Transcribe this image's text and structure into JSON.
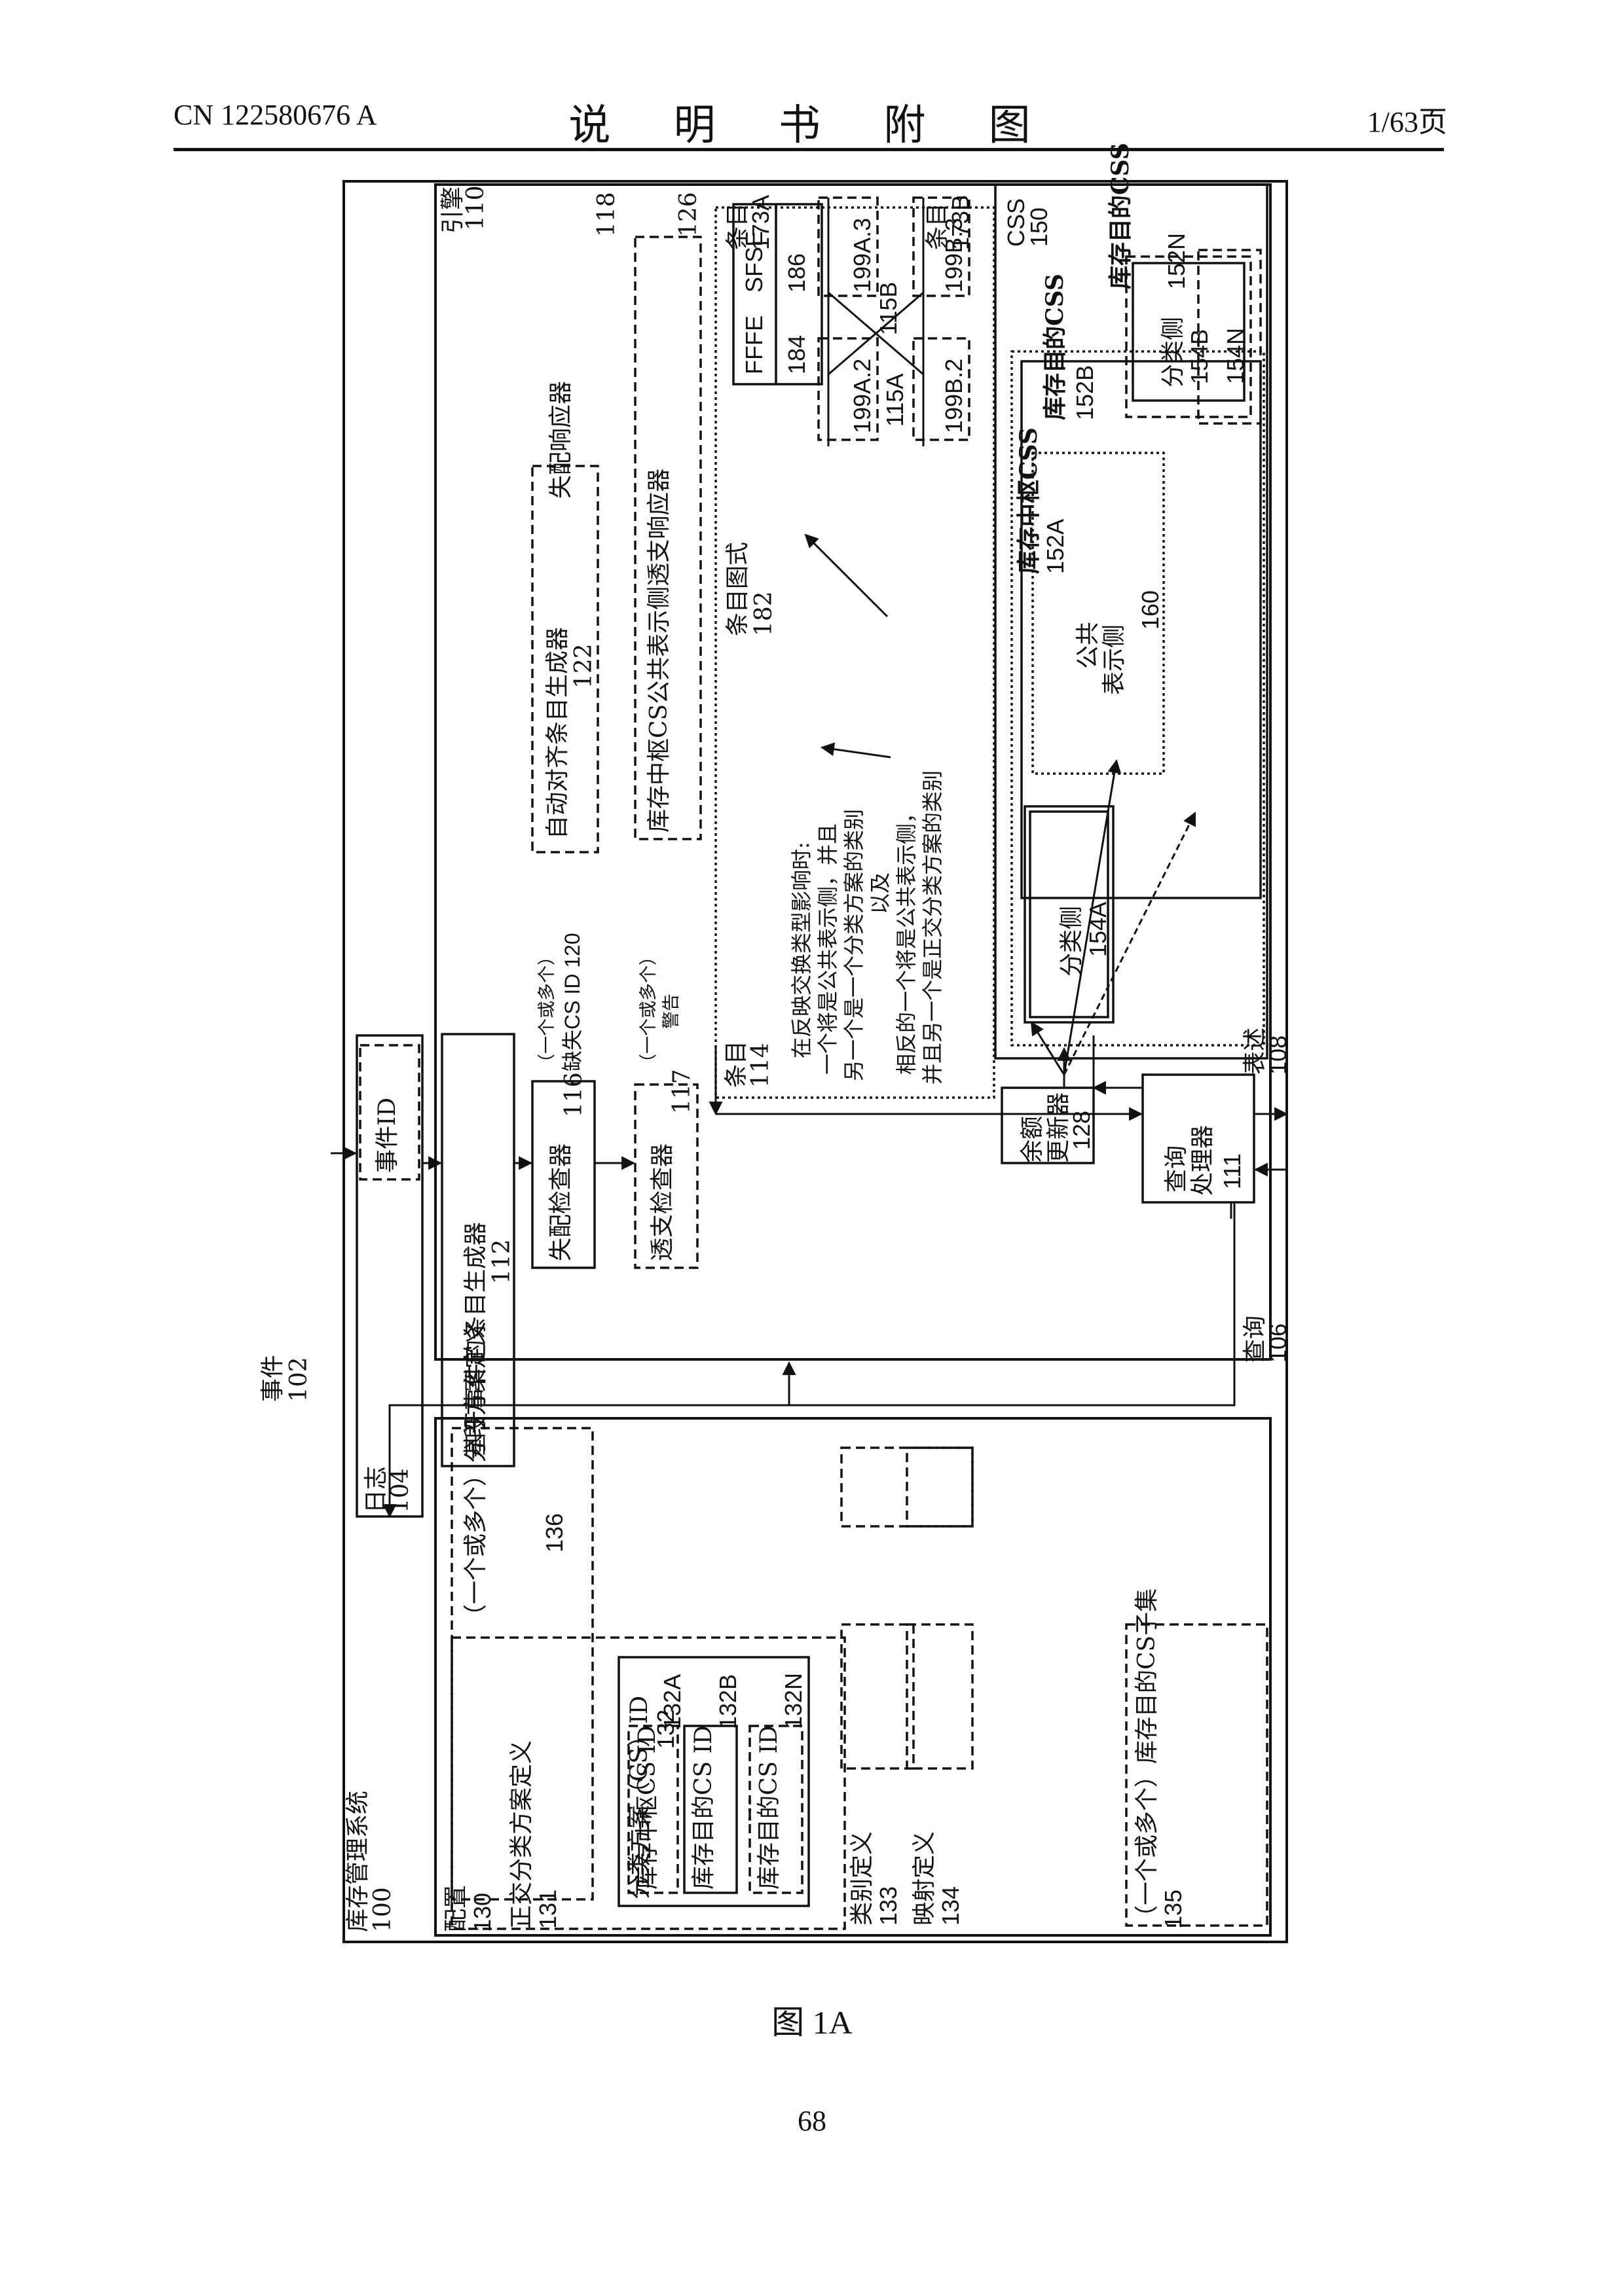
{
  "header": {
    "pub_no": "CN 122580676 A",
    "title": "说 明 书 附 图",
    "page": "1/63页"
  },
  "figure_caption": "图 1A",
  "page_number": "68",
  "diagram": {
    "system": {
      "label": "库存管理系统",
      "ref": "100"
    },
    "event": {
      "label": "事件",
      "ref": "102"
    },
    "log": {
      "label": "日志",
      "ref": "104"
    },
    "event_id": "事件ID",
    "query": {
      "label": "查询",
      "ref": "106"
    },
    "expression": {
      "label": "表述",
      "ref": "108"
    },
    "engine": {
      "label": "引擎",
      "ref": "110"
    },
    "query_processor": {
      "label": "查询\n处理器",
      "ref": "111"
    },
    "entry_gen": {
      "label": "基于事件的条目生成器",
      "ref": "112"
    },
    "entry": {
      "label": "条目",
      "ref": "114"
    },
    "mismatch_checker": {
      "label": "失配检查器",
      "ref": "116"
    },
    "overdraft_checker": {
      "label": "透支检查器",
      "ref": "117"
    },
    "one_or_more_1": "（一个或多个）",
    "missing_cs_id": "缺失CS ID 120",
    "one_or_more_2": "（一个或多个）",
    "warning": "警告",
    "mismatch_responder": {
      "label": "失配响应器",
      "ref": "118"
    },
    "auto_align": {
      "label": "自动对齐条目生成器",
      "ref": "122"
    },
    "overdraft_responder": {
      "label": "库存中枢CS公共表示侧透支响应器",
      "ref": "126"
    },
    "balance_updater": {
      "label": "余额\n更新器",
      "ref": "128"
    },
    "entry_schema": {
      "label": "条目图式",
      "ref": "182"
    },
    "ffe": {
      "label": "FFFE",
      "ref": "184"
    },
    "sfse": {
      "label": "SFSE",
      "ref": "186"
    },
    "entry_a": {
      "label": "条目",
      "ref": "173A"
    },
    "entry_b": {
      "label": "条目",
      "ref": "173B"
    },
    "r199a2": "199A.2",
    "r199a3": "199A.3",
    "r115a": "115A",
    "r115b": "115B",
    "r199b2": "199B.2",
    "r199b3": "199B.3",
    "response_text": [
      "在反映交换类型影响时:",
      "一个将是公共表示侧，并且",
      "另一个是一个分类方案的类别",
      "以及",
      "相反的一个将是公共表示侧，",
      "并且另一个是正交分类方案的类别"
    ],
    "css": {
      "label": "CSS",
      "ref": "150"
    },
    "hub_css": {
      "label": "库存中枢CSS",
      "ref": "152A"
    },
    "item_css": {
      "label": "库存目的CSS",
      "ref": "152B"
    },
    "item_css_n": {
      "label": "库存目的CSS",
      "ref": "152N"
    },
    "class_side_a": {
      "label": "分类侧",
      "ref": "154A"
    },
    "class_side_b": {
      "label": "分类侧",
      "ref": "154B"
    },
    "r154n": "154N",
    "common_side": {
      "label": "公共\n表示侧",
      "ref": "160"
    },
    "config": {
      "label": "配置",
      "ref": "130"
    },
    "ortho_def": {
      "label": "正交分类方案定义",
      "ref": "131"
    },
    "cs": {
      "label": "分类方案（CS）ID",
      "ref": "132"
    },
    "hub_cs_id": {
      "label": "库存中枢CS ID",
      "ref": "132A"
    },
    "item_cs_id": {
      "label": "库存目的CS ID",
      "ref": "132B"
    },
    "item_cs_id_n": {
      "label": "库存目的CS ID",
      "ref": "132N"
    },
    "ellipsis": "⋮",
    "class_def": {
      "label": "类别定义",
      "ref": "133"
    },
    "map_def": {
      "label": "映射定义",
      "ref": "134"
    },
    "cs_subset": {
      "label": "（一个或多个）库存目的CS子集",
      "ref": "135"
    },
    "segment_def": {
      "label": "（一个或多个）分段方案定义",
      "ref": "136"
    }
  }
}
